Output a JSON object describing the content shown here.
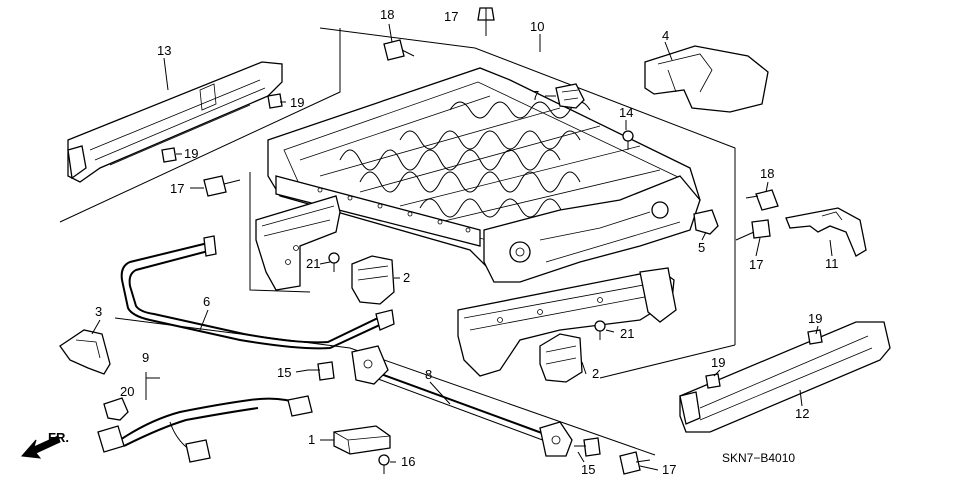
{
  "callouts": [
    "1",
    "2",
    "2",
    "3",
    "4",
    "5",
    "6",
    "7",
    "8",
    "9",
    "10",
    "11",
    "12",
    "13",
    "14",
    "15",
    "15",
    "16",
    "17",
    "17",
    "17",
    "17",
    "18",
    "18",
    "19",
    "19",
    "19",
    "19",
    "20",
    "21",
    "21"
  ],
  "diagram_code": "SKN7−B4010",
  "front_label": "FR."
}
